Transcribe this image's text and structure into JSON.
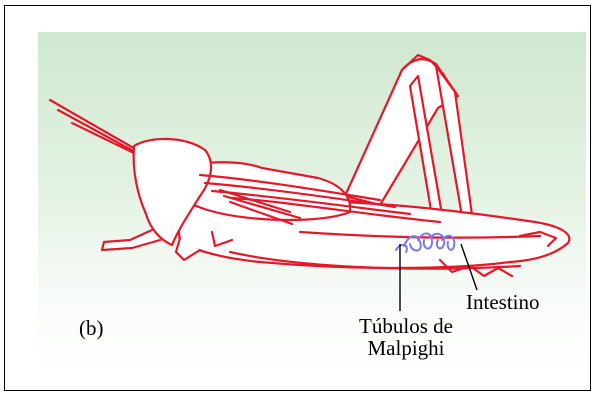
{
  "figure": {
    "panel_label": "(b)",
    "labels": {
      "intestine": "Intestino",
      "tubules_line1": "Túbulos de",
      "tubules_line2": "Malpighi"
    },
    "colors": {
      "outline": "#e3192b",
      "tubules": "#7b7be6",
      "background_top": "#cfe8cf",
      "body_fill": "#ffffff"
    }
  }
}
